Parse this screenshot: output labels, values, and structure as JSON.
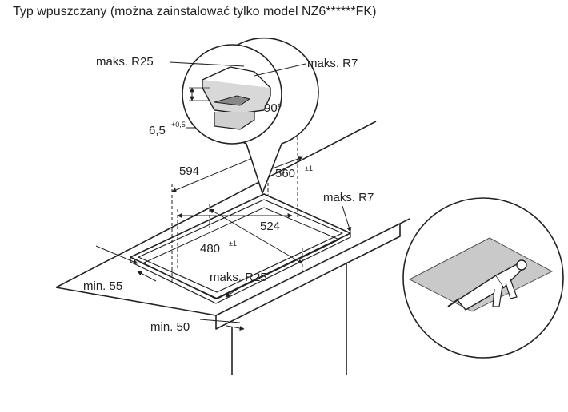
{
  "title": "Typ wpuszczany (można zainstalować tylko model NZ6******FK)",
  "labels": {
    "maks_r25_top": "maks. R25",
    "maks_r7_top": "maks. R7",
    "angle": "90°",
    "depth": "6,5",
    "depth_tol": "+0,5",
    "dim_594": "594",
    "dim_560": "560",
    "dim_560_tol": "±1",
    "maks_r7_right": "maks. R7",
    "dim_524": "524",
    "dim_480": "480",
    "dim_480_tol": "±1",
    "maks_r25_bottom": "maks. R25",
    "min_55": "min. 55",
    "min_50": "min. 50"
  },
  "icons": {
    "detail": "edge-detail-magnifier-icon",
    "sealant": "sealant-gun-icon"
  }
}
